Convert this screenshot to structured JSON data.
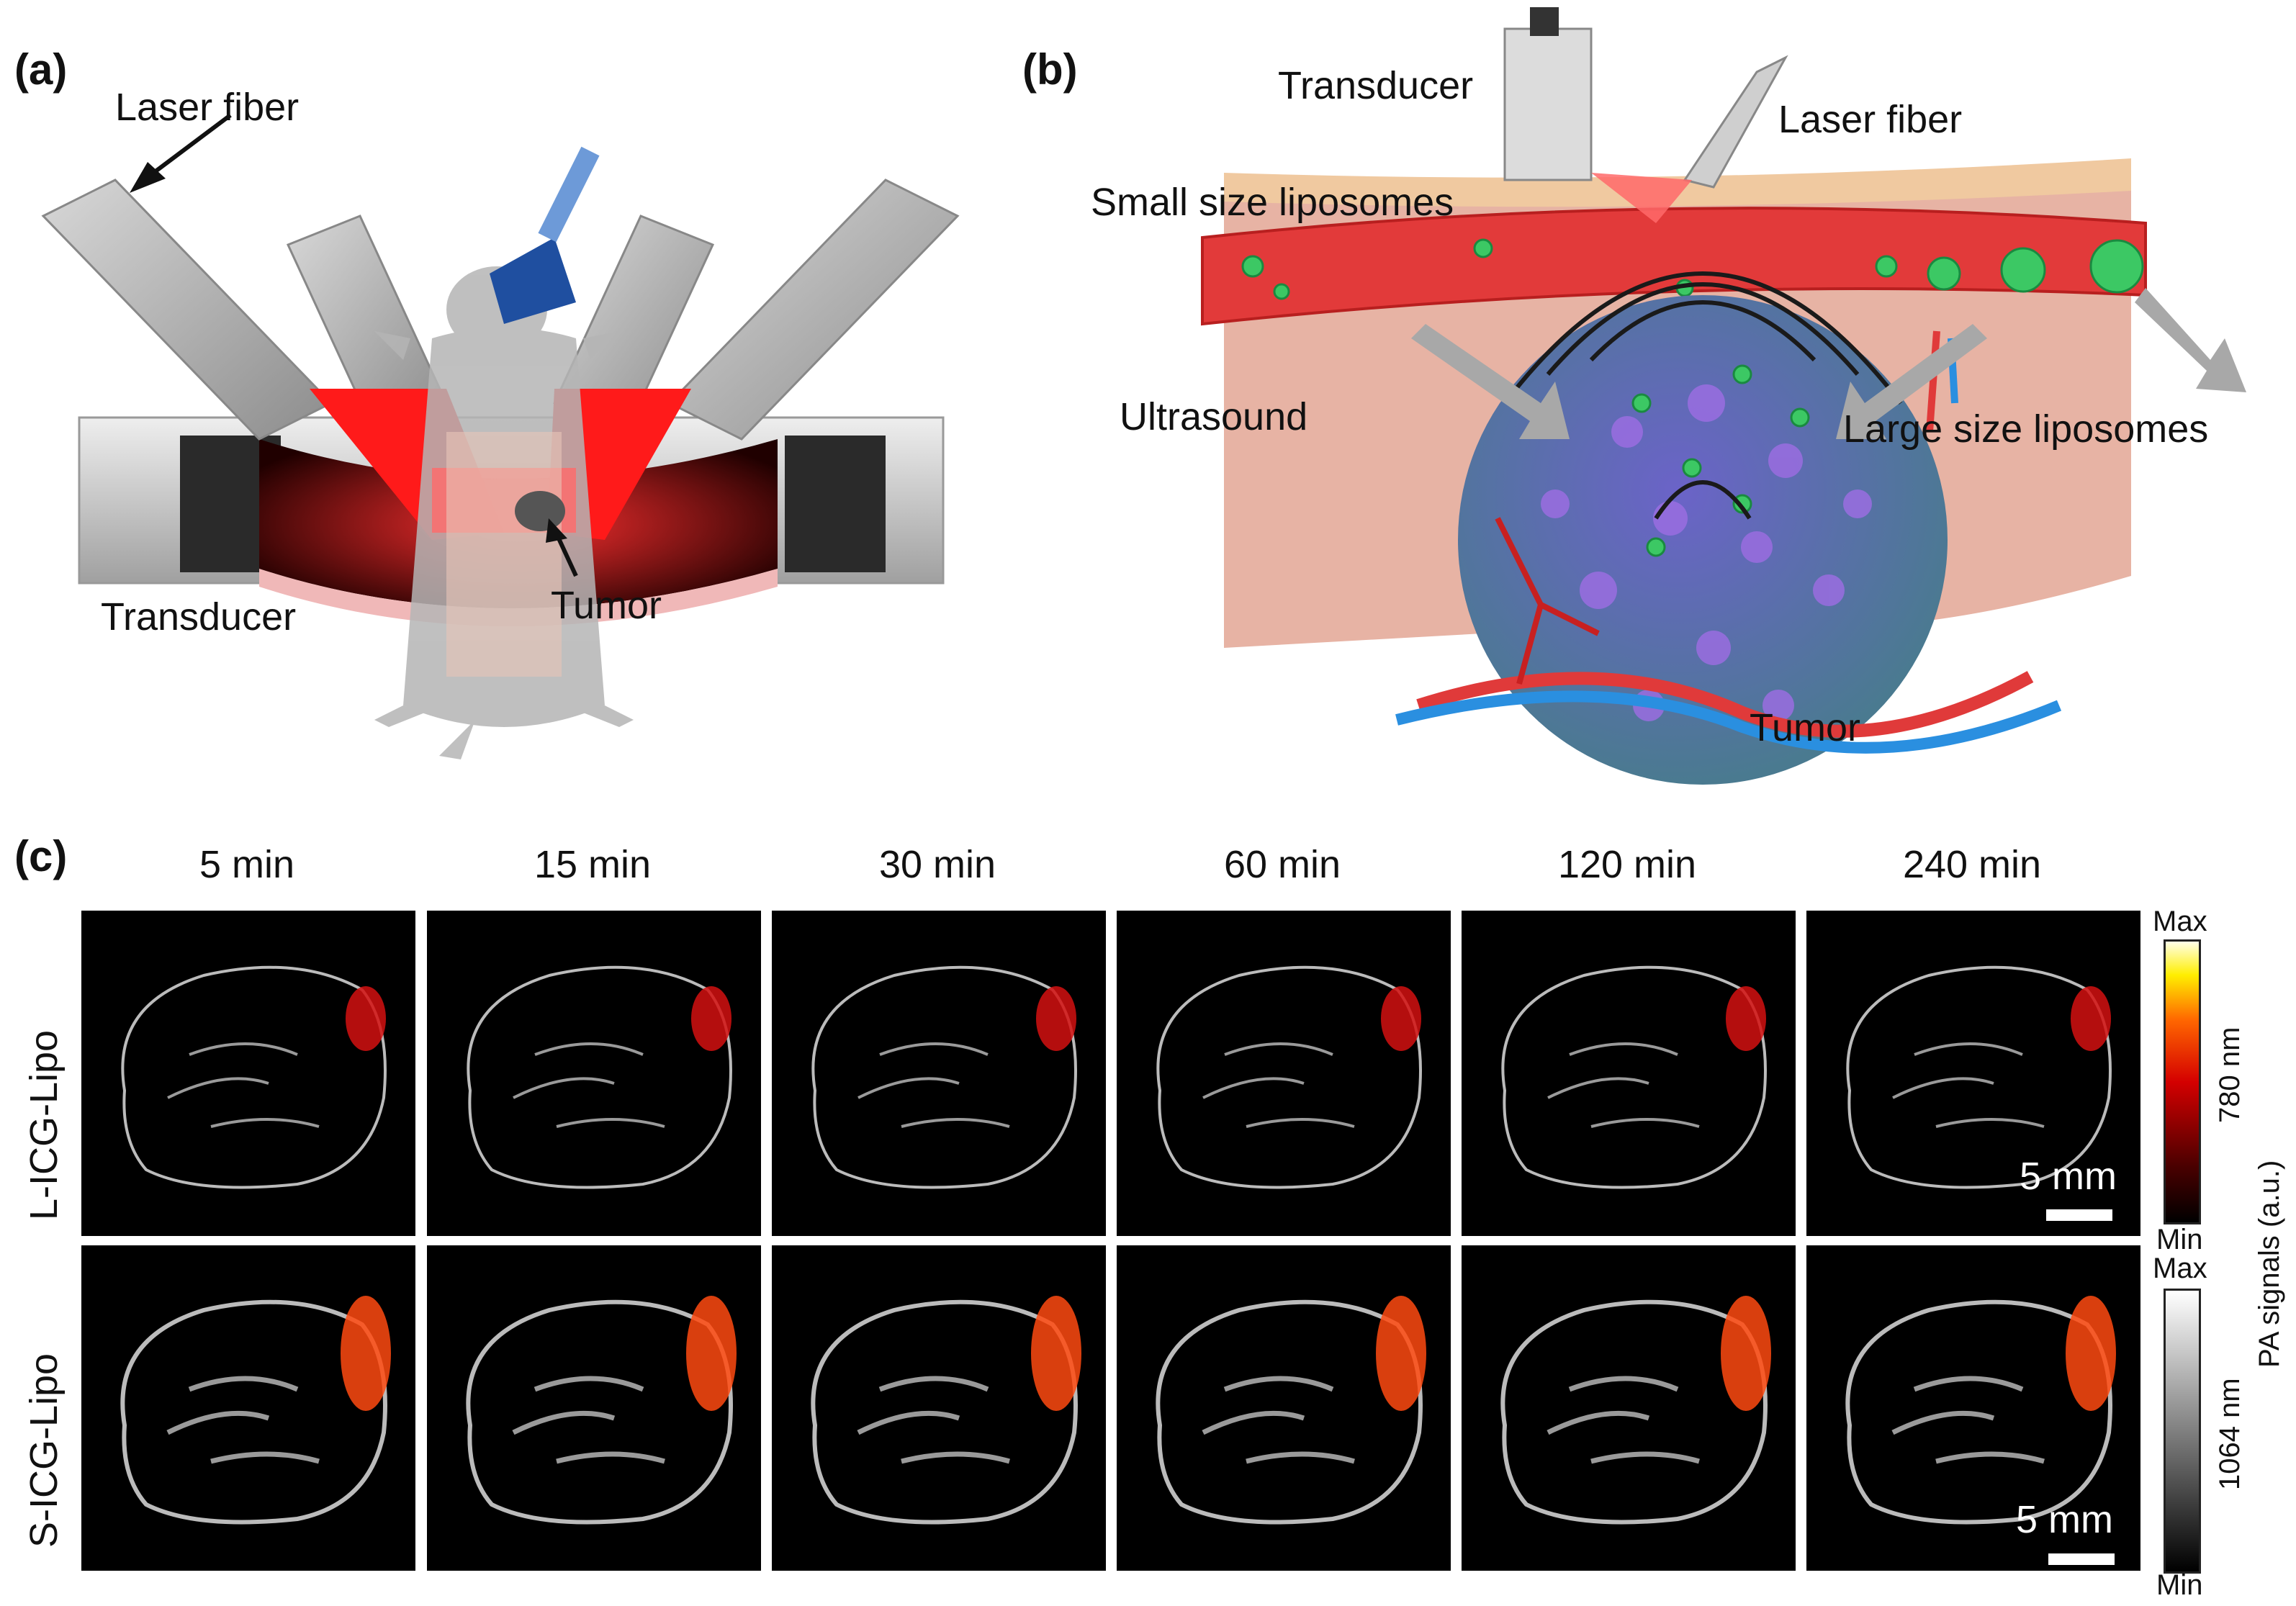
{
  "panel_a": {
    "label": "(a)",
    "laser_fiber": "Laser fiber",
    "transducer": "Transducer",
    "tumor": "Tumor"
  },
  "panel_b": {
    "label": "(b)",
    "transducer": "Transducer",
    "laser_fiber": "Laser fiber",
    "small_liposomes": "Small size liposomes",
    "ultrasound": "Ultrasound",
    "large_liposomes": "Large size liposomes",
    "tumor": "Tumor"
  },
  "panel_c": {
    "label": "(c)",
    "time_points": [
      "5 min",
      "15 min",
      "30 min",
      "60 min",
      "120 min",
      "240 min"
    ],
    "rows": [
      "L-ICG-Lipo",
      "S-ICG-Lipo"
    ],
    "scale_bar": "5 mm",
    "colorbars": [
      {
        "max": "Max",
        "min": "Min",
        "wavelength": "780 nm"
      },
      {
        "max": "Max",
        "min": "Min",
        "wavelength": "1064 nm"
      }
    ],
    "signal_label": "PA signals (a.u.)"
  },
  "colors": {
    "red": "#e8141a",
    "vessel": "#e03a3a",
    "vein": "#2a8fe0",
    "lipo": "#3cc864",
    "tumor_cell": "#7b4ec4"
  }
}
